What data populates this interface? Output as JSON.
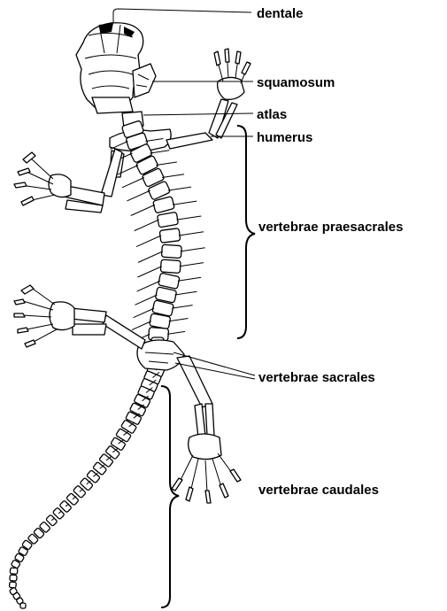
{
  "labels": {
    "dentale": "dentale",
    "squamosum": "squamosum",
    "atlas": "atlas",
    "humerus": "humerus",
    "praesacrales": "vertebrae praesacrales",
    "sacrales": "vertebrae sacrales",
    "caudales": "vertebrae caudales"
  }
}
